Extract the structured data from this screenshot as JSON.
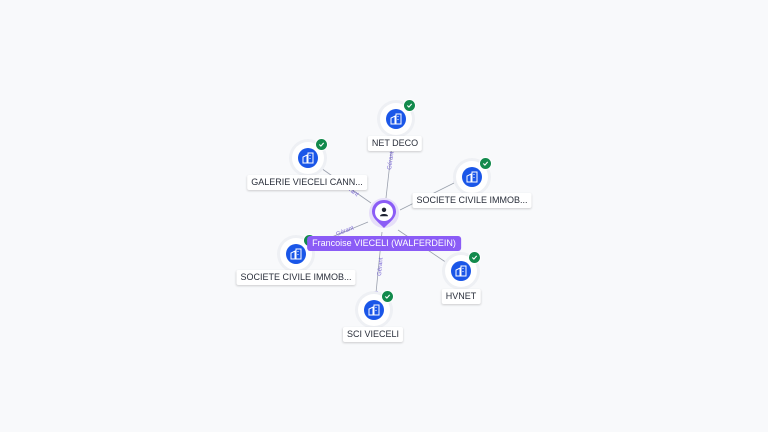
{
  "person": {
    "name": "Francoise VIECELI (WALFERDEIN)",
    "accent": "#8b5cf6",
    "icon": "person-icon"
  },
  "companies": [
    {
      "id": "net-deco",
      "label": "NET DECO",
      "verified": true,
      "relation": "Gérant"
    },
    {
      "id": "galerie",
      "label": "GALERIE VIECELI CANN...",
      "verified": true,
      "relation": "Gérant"
    },
    {
      "id": "sci-east",
      "label": "SOCIETE CIVILE IMMOB...",
      "verified": true,
      "relation": ""
    },
    {
      "id": "sci-west",
      "label": "SOCIETE CIVILE IMMOB...",
      "verified": true,
      "relation": "Gérant"
    },
    {
      "id": "sci-vieceli",
      "label": "SCI VIECELI",
      "verified": true,
      "relation": "Gérant"
    },
    {
      "id": "hvnet",
      "label": "HVNET",
      "verified": true,
      "relation": ""
    }
  ],
  "colors": {
    "company_icon": "#1a56e8",
    "verified_badge": "#128a4c",
    "edge": "#9aa0ad",
    "edge_label": "#7d6bd6"
  },
  "icons": {
    "company": "building-icon",
    "verified": "check-icon"
  }
}
